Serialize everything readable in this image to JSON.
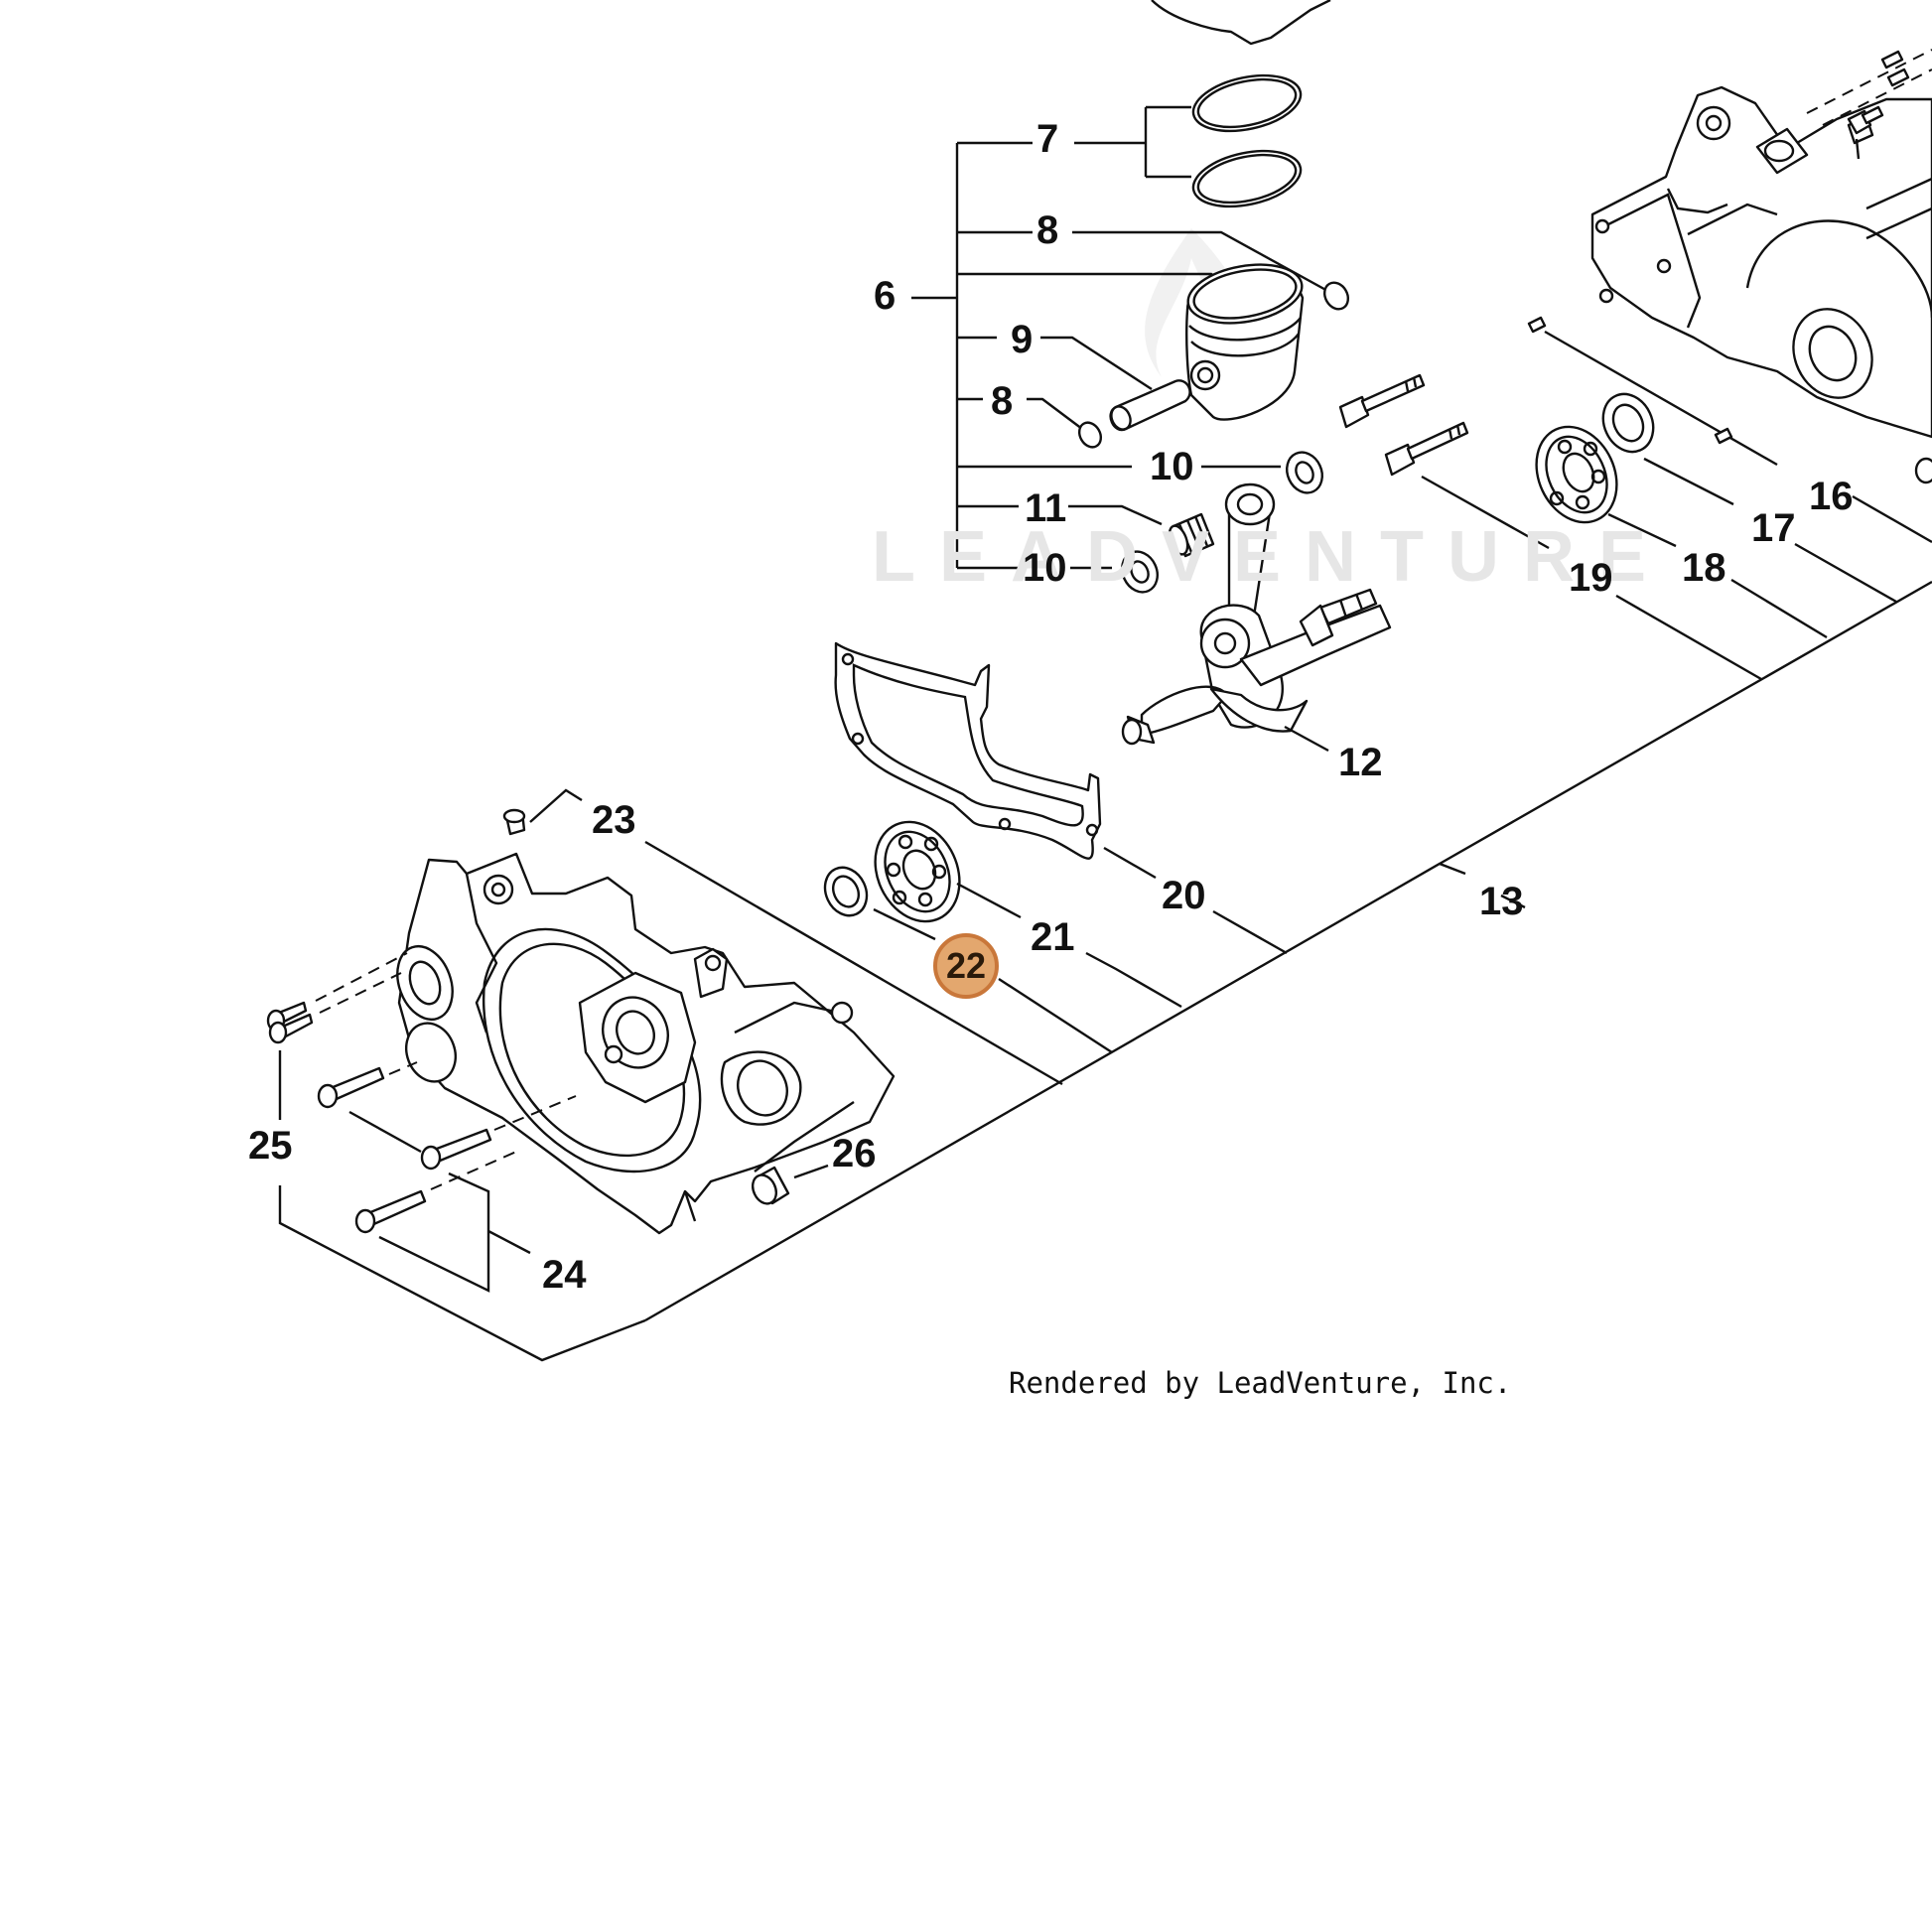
{
  "callouts": {
    "c6": "6",
    "c7": "7",
    "c8a": "8",
    "c8b": "8",
    "c9": "9",
    "c10a": "10",
    "c10b": "10",
    "c11": "11",
    "c12": "12",
    "c13": "13",
    "c16": "16",
    "c17": "17",
    "c18": "18",
    "c19": "19",
    "c20": "20",
    "c21": "21",
    "c22": "22",
    "c23": "23",
    "c24": "24",
    "c25": "25",
    "c26": "26"
  },
  "highlighted_part": "22",
  "highlight_color": "#e3a76e",
  "watermark": "LEADVENTURE",
  "credit": "Rendered by LeadVenture, Inc."
}
